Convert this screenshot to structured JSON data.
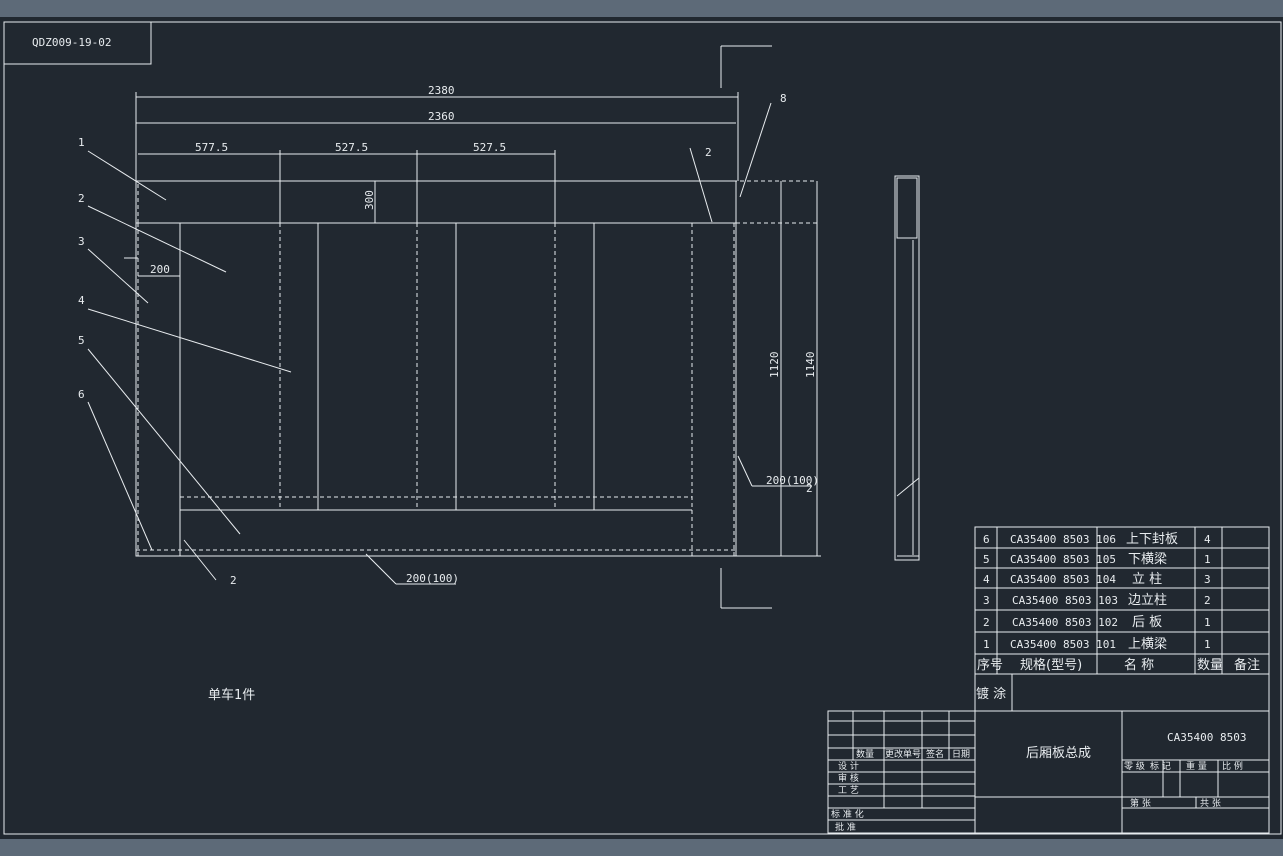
{
  "drawing_code": "QDZ009-19-02",
  "dimensions": {
    "overall_width": "2380",
    "inner_width": "2360",
    "span1": "577.5",
    "span2": "527.5",
    "span3": "527.5",
    "top_height": "300",
    "left_width": "200",
    "inner_height": "1120",
    "overall_height": "1140"
  },
  "weld_note": "200(100)",
  "weld_size": "2",
  "balloons": [
    "1",
    "2",
    "3",
    "4",
    "5",
    "6",
    "8"
  ],
  "note": "单车1件",
  "bom": {
    "rows": [
      {
        "seq": "6",
        "code": "CA35400 8503 106",
        "name": "上下封板",
        "qty": "4",
        "remark": ""
      },
      {
        "seq": "5",
        "code": "CA35400 8503 105",
        "name": "下横梁",
        "qty": "1",
        "remark": ""
      },
      {
        "seq": "4",
        "code": "CA35400 8503 104",
        "name": "立  柱",
        "qty": "3",
        "remark": ""
      },
      {
        "seq": "3",
        "code": "CA35400 8503 103",
        "name": "边立柱",
        "qty": "2",
        "remark": ""
      },
      {
        "seq": "2",
        "code": "CA35400 8503 102",
        "name": "后  板",
        "qty": "1",
        "remark": ""
      },
      {
        "seq": "1",
        "code": "CA35400 8503  101",
        "name": "上横梁",
        "qty": "1",
        "remark": ""
      }
    ],
    "header": {
      "seq": "序号",
      "code": "规格(型号)",
      "name": "名      称",
      "qty": "数量",
      "remark": "备注"
    }
  },
  "coating_label": "镀 涂",
  "title_block": {
    "part_name": "后厢板总成",
    "part_code": "CA35400 8503",
    "rev_headers": [
      "数量",
      "更改单号",
      "签名",
      "日期"
    ],
    "signoff": [
      "设    计",
      "审    核",
      "工    艺",
      "标    准    化",
      "批    准"
    ],
    "mark_labels": [
      "零  级",
      "标  记",
      "重  量",
      "比  例"
    ],
    "sheet_labels": [
      "第      张",
      "共      张"
    ]
  }
}
